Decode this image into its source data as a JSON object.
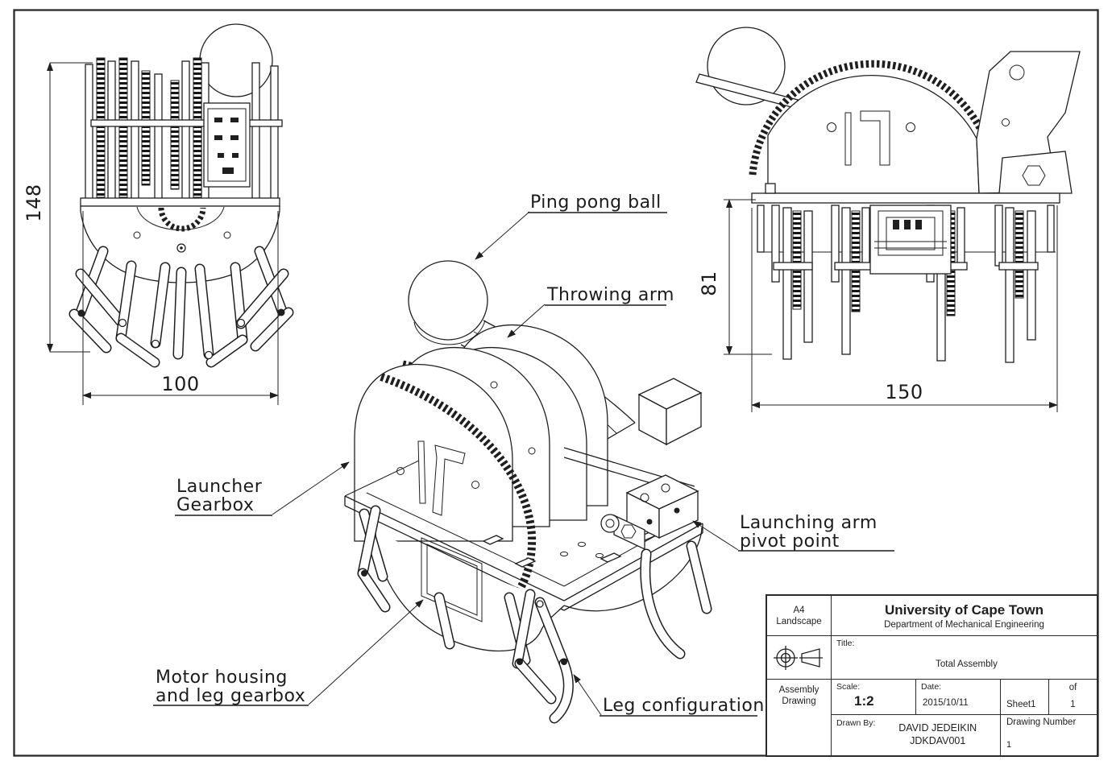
{
  "colors": {
    "ink": "#1f1f1f",
    "paper": "#ffffff"
  },
  "annotations": {
    "ping_pong_ball": "Ping pong ball",
    "throwing_arm": "Throwing arm",
    "launcher_gearbox": [
      "Launcher",
      "Gearbox"
    ],
    "launching_arm_pivot": [
      "Launching arm",
      "pivot point"
    ],
    "motor_housing": [
      "Motor housing",
      "and leg gearbox"
    ],
    "leg_configuration": "Leg configuration"
  },
  "dimensions": {
    "front_height": "148",
    "front_width": "100",
    "side_height": "81",
    "side_width": "150"
  },
  "title_block": {
    "paper": [
      "A4",
      "Landscape"
    ],
    "org": "University of Cape Town",
    "department": "Department of Mechanical Engineering",
    "title_label": "Title:",
    "title": "Total Assembly",
    "doc_type": [
      "Assembly",
      "Drawing"
    ],
    "scale_label": "Scale:",
    "scale": "1:2",
    "date_label": "Date:",
    "date": "2015/10/11",
    "sheet": "Sheet1",
    "of_label": "of",
    "of_value": "1",
    "drawn_by_label": "Drawn By:",
    "drawn_by_name": "DAVID JEDEIKIN",
    "drawn_by_id": "JDKDAV001",
    "drawing_number_label": "Drawing Number",
    "drawing_number": "1"
  }
}
